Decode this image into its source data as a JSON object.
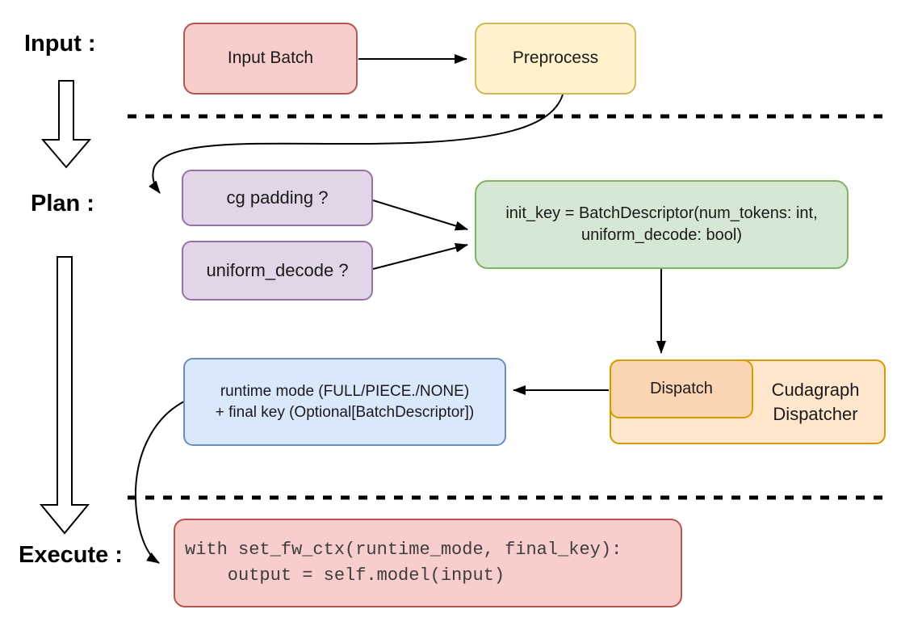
{
  "phase_labels": {
    "input": "Input :",
    "plan": "Plan :",
    "execute": "Execute :"
  },
  "input_section": {
    "input_batch": {
      "label": "Input Batch",
      "fill": "#f8cecc",
      "stroke": "#b85450"
    },
    "preprocess": {
      "label": "Preprocess",
      "fill": "#fff2cc",
      "stroke": "#d6b656"
    }
  },
  "plan_section": {
    "cg_padding": {
      "label": "cg padding ?",
      "fill": "#e1d5e7",
      "stroke": "#9673a6"
    },
    "uniform_decode": {
      "label": "uniform_decode ?",
      "fill": "#e1d5e7",
      "stroke": "#9673a6"
    },
    "init_key": {
      "line1": "init_key = BatchDescriptor(num_tokens: int,",
      "line2": "uniform_decode: bool)",
      "fill": "#d5e8d4",
      "stroke": "#82b366"
    },
    "dispatch": {
      "label": "Dispatch",
      "fill": "#fbd4b4",
      "stroke": "#d79b00"
    },
    "cudagraph_dispatcher": {
      "line1": "Cudagraph",
      "line2": "Dispatcher",
      "fill": "#ffe6cc",
      "stroke": "#d79b00"
    },
    "runtime_mode": {
      "line1": "runtime mode (FULL/PIECE./NONE)",
      "line2": "+ final key (Optional[BatchDescriptor])",
      "fill": "#dae8fc",
      "stroke": "#6c8ebf"
    }
  },
  "execute_section": {
    "code": {
      "line1": "with set_fw_ctx(runtime_mode, final_key):",
      "line2": "    output = self.model(input)",
      "fill": "#f8cecc",
      "stroke": "#b85450"
    }
  },
  "style_tokens": {
    "divider_color": "#000000",
    "arrow_color": "#000000",
    "text_color": "#1a1a1a",
    "code_text_color": "#3d3d3d"
  }
}
